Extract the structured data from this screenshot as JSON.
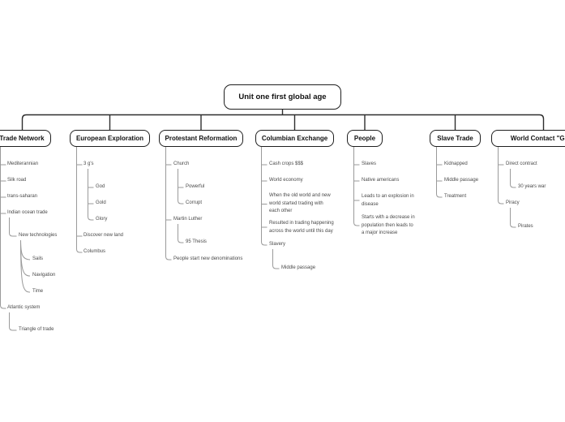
{
  "root": {
    "label": "Unit one first global age"
  },
  "branches": [
    {
      "label": "Trade Network",
      "children": [
        {
          "label": "Mediterannian"
        },
        {
          "label": "Silk road"
        },
        {
          "label": "trans-saharan"
        },
        {
          "label": "Indian ocean trade",
          "children": [
            {
              "label": "New technologies",
              "children": [
                {
                  "label": "Sails"
                },
                {
                  "label": "Navigation"
                },
                {
                  "label": "Time"
                }
              ]
            }
          ]
        },
        {
          "label": "Atlantic system",
          "children": [
            {
              "label": "Triangle of trade"
            }
          ]
        }
      ]
    },
    {
      "label": "European Exploration",
      "children": [
        {
          "label": "3 g's",
          "children": [
            {
              "label": "God"
            },
            {
              "label": "Gold"
            },
            {
              "label": "Glory"
            }
          ]
        },
        {
          "label": "Discover new land"
        },
        {
          "label": "Columbus"
        }
      ]
    },
    {
      "label": "Protestant Reformation",
      "children": [
        {
          "label": "Church",
          "children": [
            {
              "label": "Powerful"
            },
            {
              "label": "Corrupt"
            }
          ]
        },
        {
          "label": "Martin Luther",
          "children": [
            {
              "label": "95 Thesis"
            }
          ]
        },
        {
          "label": "People start new denominations"
        }
      ]
    },
    {
      "label": "Columbian Exchange",
      "children": [
        {
          "label": "Cash crops $$$"
        },
        {
          "label": "World economy"
        },
        {
          "label": "When the old world and new\nworld started trading with\neach other"
        },
        {
          "label": "Resulted in trading happening\nacross the world until this day"
        },
        {
          "label": "Slavery",
          "children": [
            {
              "label": "Middle passage"
            }
          ]
        }
      ]
    },
    {
      "label": "People",
      "children": [
        {
          "label": "Slaves"
        },
        {
          "label": "Native americans"
        },
        {
          "label": "Leads to an explosion in\ndisease"
        },
        {
          "label": "Starts with a decrease in\npopulation then leads to\na major increase"
        }
      ]
    },
    {
      "label": "Slave Trade",
      "children": [
        {
          "label": "Kidnapped"
        },
        {
          "label": "Middle passage"
        },
        {
          "label": "Treatment"
        }
      ]
    },
    {
      "label": "World Contact \"Globa",
      "children": [
        {
          "label": "Direct contract",
          "children": [
            {
              "label": "30 years war"
            }
          ]
        },
        {
          "label": "Piracy",
          "children": [
            {
              "label": "Pirates"
            }
          ]
        }
      ]
    }
  ],
  "colors": {
    "background": "#ffffff",
    "tree_connector": "#2e2e2e",
    "branch_connector": "#9a9a9a",
    "box_border": "#1f1f1f",
    "box_text": "#111111",
    "leaf_text": "#4a4a4a"
  }
}
